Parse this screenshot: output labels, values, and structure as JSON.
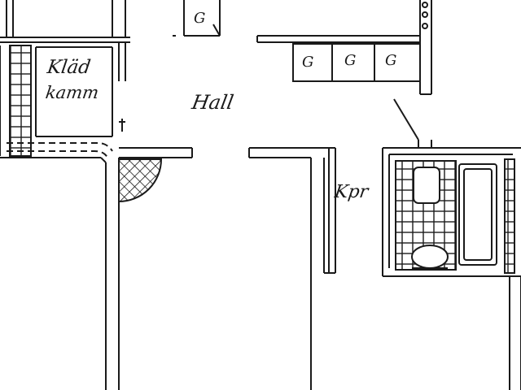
{
  "rooms": {
    "klad_line1": "Kläd",
    "klad_line2": "kamm",
    "hall": "Hall",
    "kpr": "Kpr"
  },
  "cabinets": [
    "G",
    "G",
    "G",
    "G"
  ],
  "colors": {
    "ink": "#1a1a1a",
    "paper": "#ffffff"
  }
}
